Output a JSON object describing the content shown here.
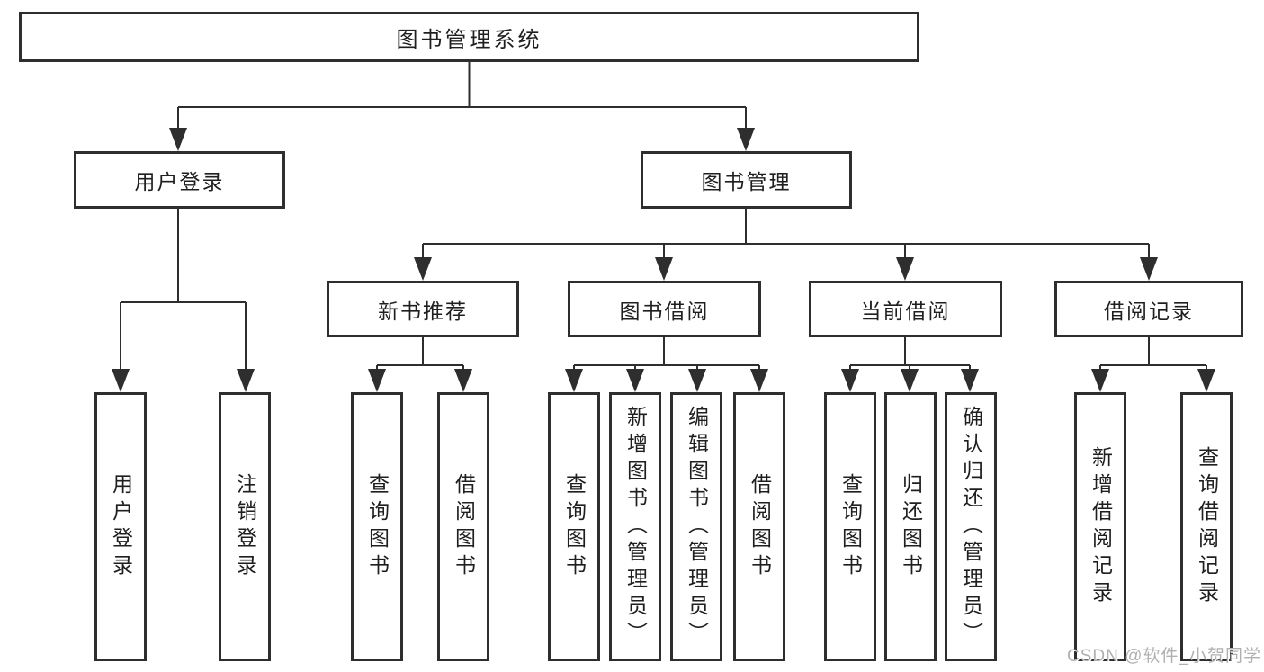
{
  "diagram": {
    "root": {
      "label": "图书管理系统"
    },
    "level2": [
      {
        "label": "用户登录"
      },
      {
        "label": "图书管理"
      }
    ],
    "level3": [
      {
        "label": "新书推荐"
      },
      {
        "label": "图书借阅"
      },
      {
        "label": "当前借阅"
      },
      {
        "label": "借阅记录"
      }
    ],
    "leaves": [
      {
        "label": "用户登录"
      },
      {
        "label": "注销登录"
      },
      {
        "label": "查询图书"
      },
      {
        "label": "借阅图书"
      },
      {
        "label": "查询图书"
      },
      {
        "label": "新增图书（管理员）"
      },
      {
        "label": "编辑图书（管理员）"
      },
      {
        "label": "借阅图书"
      },
      {
        "label": "查询图书"
      },
      {
        "label": "归还图书"
      },
      {
        "label": "确认归还（管理员）"
      },
      {
        "label": "新增借阅记录"
      },
      {
        "label": "查询借阅记录"
      }
    ]
  },
  "watermark": {
    "text": "CSDN @软件_小贺同学"
  },
  "colors": {
    "line": "#2e2e2e",
    "text": "#1f1f1f",
    "watermark": "#b0b0b0",
    "background": "#ffffff"
  }
}
